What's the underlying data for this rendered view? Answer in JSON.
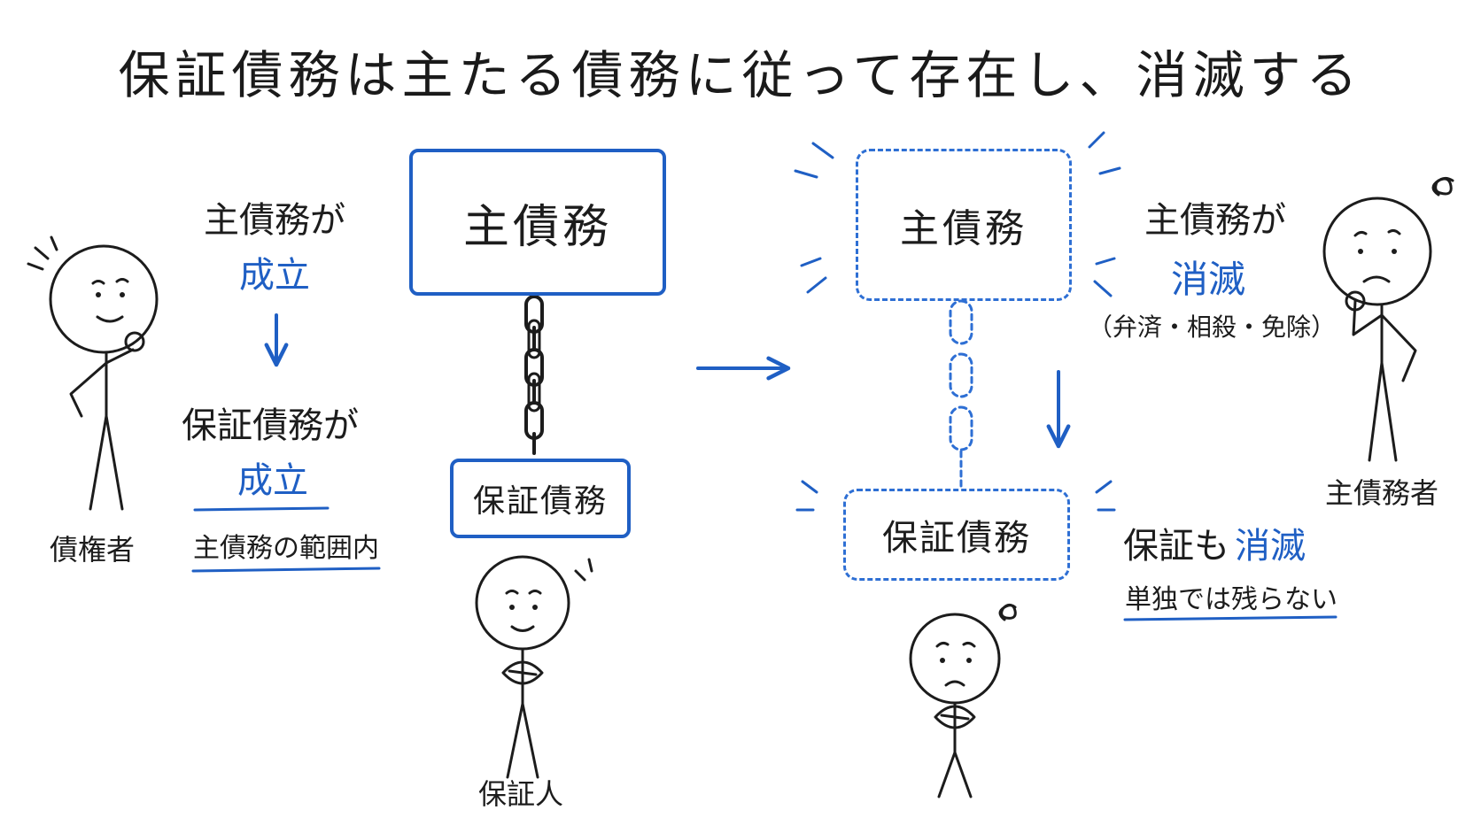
{
  "title": "保証債務は主たる債務に従って存在し、消滅する",
  "left": {
    "person_label": "債権者",
    "step1_line1": "主債務が",
    "step1_line2": "成立",
    "step2_line1": "保証債務が",
    "step2_line2": "成立",
    "note": "主債務の範囲内",
    "main_box": "主債務",
    "guarantee_box": "保証債務",
    "guarantor_label": "保証人"
  },
  "right": {
    "main_box": "主債務",
    "guarantee_box": "保証債務",
    "step1_line1": "主債務が",
    "step1_line2": "消滅",
    "step1_detail": "（弁済・相殺・免除）",
    "step2_prefix": "保証も",
    "step2_highlight": "消滅",
    "note": "単独では残らない",
    "debtor_label": "主債務者"
  },
  "colors": {
    "accent": "#1f5fc4",
    "ink": "#1c1c1c",
    "background": "#ffffff"
  }
}
